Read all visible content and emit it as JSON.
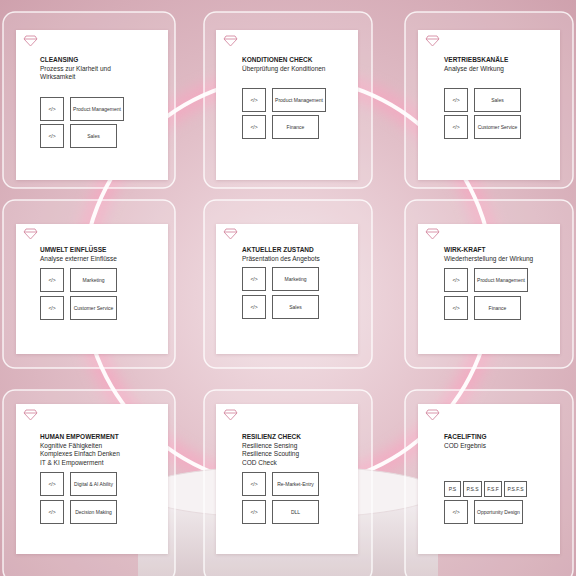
{
  "diagram": {
    "nodes": [
      {
        "text": [
          "CLEANSING",
          "Prozess zur Klarheit und Wirksamkeit"
        ]
      },
      {
        "text": [
          "</>"
        ],
        "in": 0
      },
      {
        "text": [
          "Product Management"
        ],
        "in": 0
      },
      {
        "text": [
          "</>"
        ],
        "in": 0
      },
      {
        "text": [
          "Sales"
        ],
        "in": 0
      },
      {
        "text": [
          "KONDITIONEN CHECK",
          "Überprüfung der Konditionen"
        ]
      },
      {
        "text": [
          "</>"
        ],
        "in": 5
      },
      {
        "text": [
          "Product Management"
        ],
        "in": 5
      },
      {
        "text": [
          "</>"
        ],
        "in": 5
      },
      {
        "text": [
          "Finance"
        ],
        "in": 5
      },
      {
        "text": [
          "VERTRIEBSKANÄLE",
          "Analyse der Wirkung"
        ]
      },
      {
        "text": [
          "</>"
        ],
        "in": 10
      },
      {
        "text": [
          "Sales"
        ],
        "in": 10
      },
      {
        "text": [
          "</>"
        ],
        "in": 10
      },
      {
        "text": [
          "Customer Service"
        ],
        "in": 10
      },
      {
        "text": [
          "UMWELT EINFLÜSSE",
          "Analyse externer Einflüsse"
        ]
      },
      {
        "text": [
          "</>"
        ],
        "in": 15
      },
      {
        "text": [
          "Marketing"
        ],
        "in": 15
      },
      {
        "text": [
          "</>"
        ],
        "in": 15
      },
      {
        "text": [
          "Customer Service"
        ],
        "in": 15
      },
      {
        "text": [
          "AKTUELLER ZUSTAND",
          "Präsentation des Angebots"
        ]
      },
      {
        "text": [
          "</>"
        ],
        "in": 20
      },
      {
        "text": [
          "Marketing"
        ],
        "in": 20
      },
      {
        "text": [
          "</>"
        ],
        "in": 20
      },
      {
        "text": [
          "Sales"
        ],
        "in": 20
      },
      {
        "text": [
          "WIRK-KRAFT",
          "Wiederherstellung der Wirkung"
        ]
      },
      {
        "text": [
          "</>"
        ],
        "in": 25
      },
      {
        "text": [
          "Product Management"
        ],
        "in": 25
      },
      {
        "text": [
          "</>"
        ],
        "in": 25
      },
      {
        "text": [
          "Finance"
        ],
        "in": 25
      },
      {
        "text": [
          "HUMAN EMPOWERMENT",
          "Kognitive Fähigkeiten",
          "Komplexes Einfach Denken",
          "IT & KI Empowerment"
        ]
      },
      {
        "text": [
          "</>"
        ],
        "in": 30
      },
      {
        "text": [
          "Digital & AI Ability"
        ],
        "in": 30
      },
      {
        "text": [
          "</>"
        ],
        "in": 30
      },
      {
        "text": [
          "Decision Making"
        ],
        "in": 30
      },
      {
        "text": [
          "RESILIENZ CHECK",
          "Resilience Sensing",
          "Resilience Scouting",
          "COD Check"
        ]
      },
      {
        "text": [
          "</>"
        ],
        "in": 35
      },
      {
        "text": [
          "Re-Market-Entry"
        ],
        "in": 35
      },
      {
        "text": [
          "</>"
        ],
        "in": 35
      },
      {
        "text": [
          "DLL"
        ],
        "in": 35
      },
      {
        "text": [
          "FACELIFTING",
          "COD Ergebnis"
        ]
      },
      {
        "text": [
          "P.S"
        ],
        "in": 40
      },
      {
        "text": [
          "P.S.S"
        ],
        "in": 40
      },
      {
        "text": [
          "F.S.F"
        ],
        "in": 40
      },
      {
        "text": [
          "P.S.F.S"
        ],
        "in": 40
      },
      {
        "text": [
          "</>"
        ],
        "in": 40
      },
      {
        "text": [
          "Opportunity Design"
        ],
        "in": 40
      }
    ]
  }
}
